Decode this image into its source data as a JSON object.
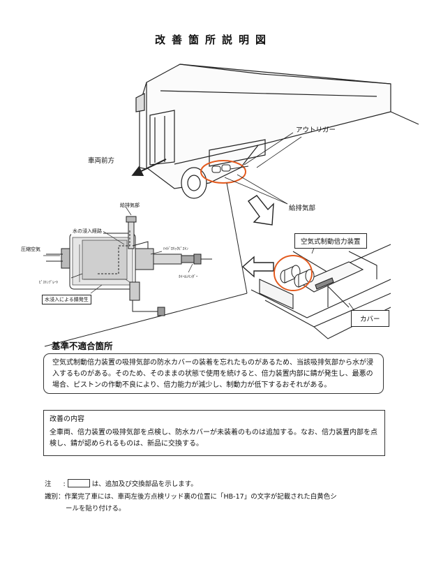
{
  "document": {
    "title": "改善箇所説明図"
  },
  "diagram": {
    "labels": {
      "outrigger": "アウトリガー",
      "vehicle_front": "車両前方",
      "intake_exhaust": "給排気部",
      "booster": "空気式制動倍力装置",
      "cover": "カバー",
      "intake_exhaust_detail": "給排気部",
      "water_path": "水の浸入経路",
      "compressed_air": "圧縮空気",
      "hydraulic_piston": "ﾊｲﾄﾞﾛﾘｯｸﾋﾟｽﾄﾝ",
      "piston_plate": "ﾋﾟｽﾄﾝﾌﾟﾚｰﾄ",
      "wheel_cylinder": "ﾎｲｰﾙｼﾘﾝﾀﾞｰ",
      "rust": "水浸入による錆発生"
    }
  },
  "nonconformity": {
    "heading": "基準不適合箇所",
    "text": "空気式制動倍力装置の吸排気部の防水カバーの装着を忘れたものがあるため、当該吸排気部から水が浸入するものがある。そのため、そのままの状態で使用を続けると、倍力装置内部に錆が発生し、最悪の場合、ピストンの作動不良により、倍力能力が減少し、制動力が低下するおそれがある。"
  },
  "improvement": {
    "heading": "改善の内容",
    "text": "全車両、倍力装置の吸排気部を点検し、防水カバーが未装着のものは追加する。なお、倍力装置内部を点検し、錆が認められるものは、新品に交換する。"
  },
  "notes": {
    "note_label": "注",
    "note_text": "は、追加及び交換部品を示します。",
    "id_label": "識別：",
    "id_text_1": "作業完了車には、車両左後方点検リッド裏の位置に「HB-17」の文字が記載された白黄色シ",
    "id_text_2": "ールを貼り付ける。"
  },
  "colors": {
    "highlight": "#e35a1e",
    "line": "#222222"
  }
}
